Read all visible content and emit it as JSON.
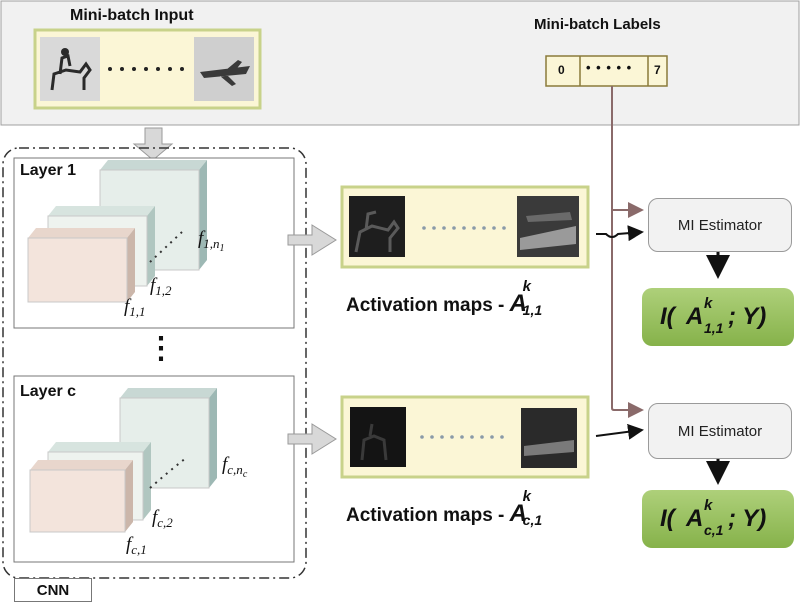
{
  "input_panel": {
    "title": "Mini-batch Input"
  },
  "labels_panel": {
    "title": "Mini-batch Labels",
    "first": "0",
    "dots": "• • • • •",
    "last": "7"
  },
  "cnn": {
    "label": "CNN"
  },
  "layer1": {
    "title": "Layer 1",
    "filters": [
      {
        "base": "f",
        "sub": "1,1",
        "subsub": ""
      },
      {
        "base": "f",
        "sub": "1,2",
        "subsub": ""
      },
      {
        "base": "f",
        "sub": "1,n",
        "subsub": "1"
      }
    ],
    "activation": {
      "prefix": "Activation maps - ",
      "A": "A",
      "sup": "k",
      "sub": "1,1"
    },
    "estimator": "MI Estimator",
    "mi": {
      "open": "I(",
      "A": "A",
      "sup": "k",
      "sub": "1,1",
      "close": " ; Y)"
    }
  },
  "vertical_dots": "⋮",
  "layerc": {
    "title": "Layer c",
    "filters": [
      {
        "base": "f",
        "sub": "c,1",
        "subsub": ""
      },
      {
        "base": "f",
        "sub": "c,2",
        "subsub": ""
      },
      {
        "base": "f",
        "sub": "c,n",
        "subsub": "c"
      }
    ],
    "activation": {
      "prefix": "Activation maps - ",
      "A": "A",
      "sup": "k",
      "sub": "c,1"
    },
    "estimator": "MI Estimator",
    "mi": {
      "open": "I(",
      "A": "A",
      "sup": "k",
      "sub": "c,1",
      "close": " ; Y)"
    }
  },
  "colors": {
    "cream_fill": "#fbf6d6",
    "cream_border": "#c8d28a",
    "result_green": "#9cc45e",
    "arrow_gray": "#d8d8d8",
    "connector": "#8a6a6a"
  }
}
